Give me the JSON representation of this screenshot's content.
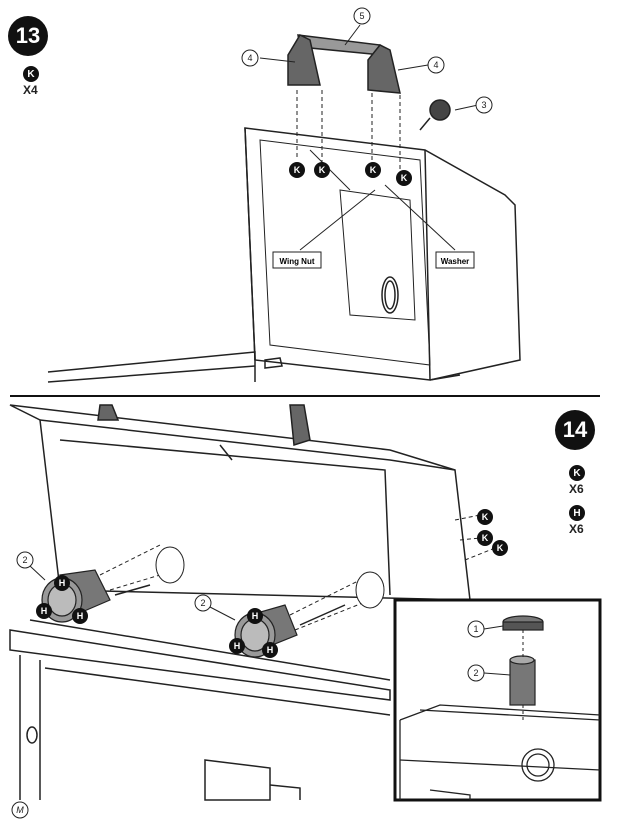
{
  "step13": {
    "number": "13",
    "hardware": [
      {
        "letter": "K",
        "qty": "X4"
      }
    ],
    "labels": {
      "wing_nut": "Wing Nut",
      "washer": "Washer"
    },
    "callouts": [
      "3",
      "4",
      "4",
      "5"
    ],
    "hardware_markers": [
      "K",
      "K",
      "K",
      "K"
    ]
  },
  "step14": {
    "number": "14",
    "hardware": [
      {
        "letter": "K",
        "qty": "X6"
      },
      {
        "letter": "H",
        "qty": "X6"
      }
    ],
    "callouts": [
      "2",
      "2",
      "1",
      "2"
    ],
    "hardware_markers_k": [
      "K",
      "K",
      "K"
    ],
    "hardware_markers_h": [
      "H",
      "H",
      "H",
      "H",
      "H",
      "H"
    ]
  },
  "footer": {
    "logo_letter": "M"
  }
}
